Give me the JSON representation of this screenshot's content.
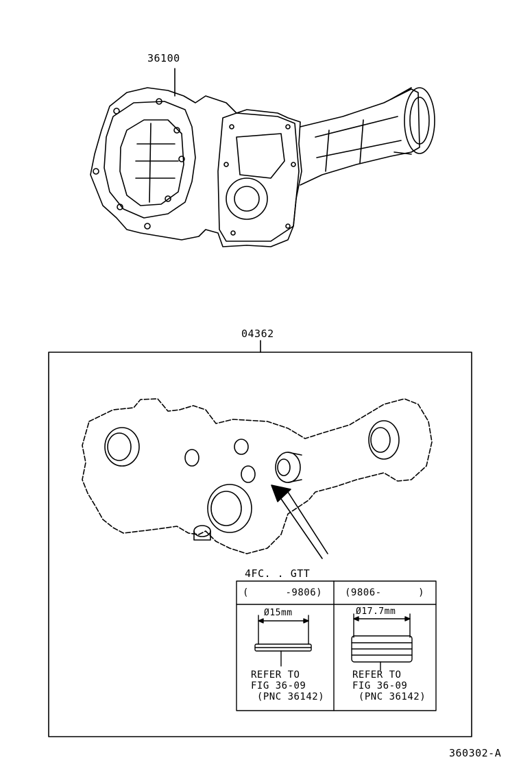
{
  "labels": {
    "assembly_part": "36100",
    "kit_part": "04362",
    "kit_condition": "4FC. . GTT",
    "figure_id": "360302-A"
  },
  "table": {
    "col1_header": "(      -9806)",
    "col2_header": "(9806-      )",
    "col1_dimension": "Ø15mm",
    "col2_dimension": "Ø17.7mm",
    "col1_note": [
      "REFER TO",
      "FIG 36-09",
      " (PNC 36142)"
    ],
    "col2_note": [
      "REFER TO",
      "FIG 36-09",
      " (PNC 36142)"
    ]
  }
}
